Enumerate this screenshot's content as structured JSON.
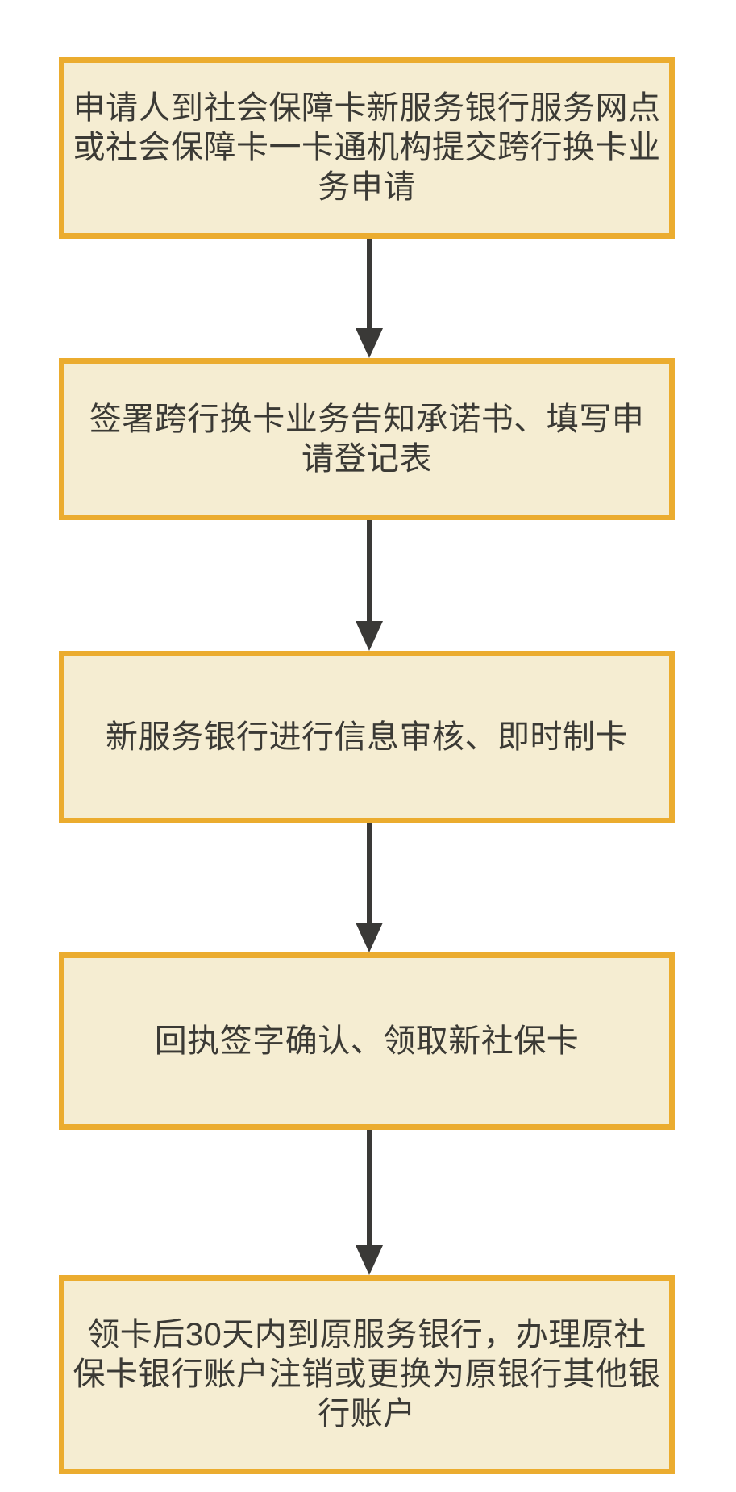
{
  "flowchart": {
    "type": "vertical-process-flow",
    "colors": {
      "background": "#FFFFFF",
      "box_border": "#EBAC2F",
      "box_fill": "#F5EDD2",
      "arrow": "#3A3937",
      "text": "#3B3A35"
    },
    "steps": [
      {
        "index": 1,
        "text": "申请人到社会保障卡新服务银行服务网点\n或社会保障卡一卡通机构提交跨行换卡业\n务申请"
      },
      {
        "index": 2,
        "text": "签署跨行换卡业务告知承诺书、填写申\n请登记表"
      },
      {
        "index": 3,
        "text": "新服务银行进行信息审核、即时制卡"
      },
      {
        "index": 4,
        "text": "回执签字确认、领取新社保卡"
      },
      {
        "index": 5,
        "text": "领卡后30天内到原服务银行，办理原社\n保卡银行账户注销或更换为原银行其他银\n行账户"
      }
    ],
    "connector_count": 4
  }
}
